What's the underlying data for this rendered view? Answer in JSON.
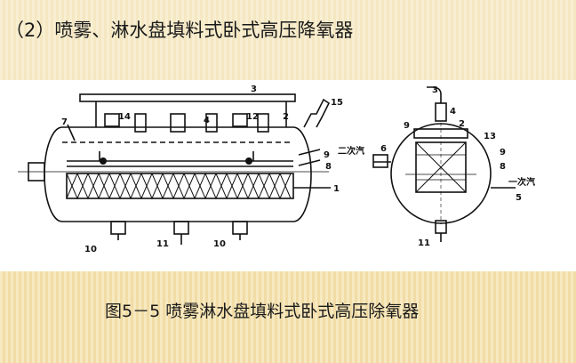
{
  "slide": {
    "title": "（2）喷雾、淋水盘填料式卧式高压降氧器",
    "caption": "图5－5 喷雾淋水盘填料式卧式高压除氧器"
  },
  "diagram": {
    "side_view_labels": [
      "1",
      "2",
      "3",
      "4",
      "7",
      "8",
      "9",
      "10",
      "10",
      "11",
      "12",
      "14",
      "15"
    ],
    "end_view_labels": [
      "2",
      "3",
      "4",
      "5",
      "6",
      "8",
      "9",
      "9",
      "11",
      "13"
    ],
    "steam_labels": {
      "secondary": "二次汽",
      "primary": "一次汽"
    }
  }
}
